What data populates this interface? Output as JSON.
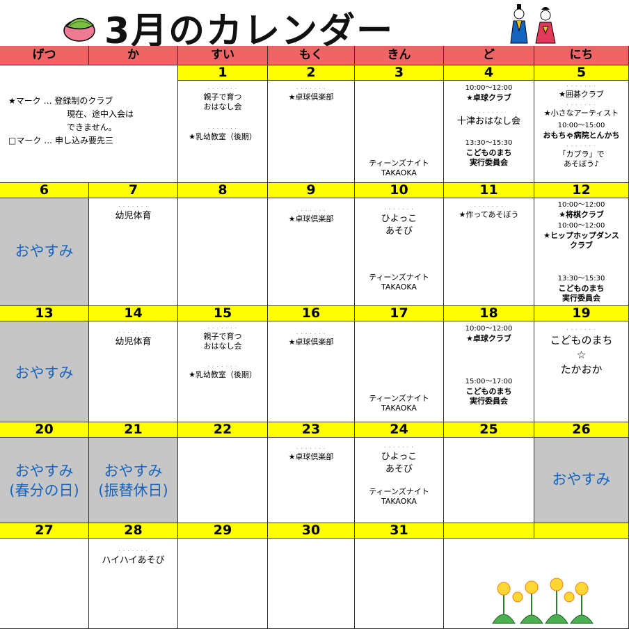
{
  "title": "3月のカレンダー",
  "weekdays": [
    "げつ",
    "か",
    "すい",
    "もく",
    "きん",
    "ど",
    "にち"
  ],
  "legend": [
    "★マーク … 登録制のクラブ",
    "現在、途中入会は",
    "できません。",
    "□マーク … 申し込み要先三"
  ],
  "rows": [
    {
      "nums": [
        "",
        "",
        "1",
        "2",
        "3",
        "4",
        "5"
      ]
    },
    {
      "nums": [
        "6",
        "7",
        "8",
        "9",
        "10",
        "11",
        "12"
      ]
    },
    {
      "nums": [
        "13",
        "14",
        "15",
        "16",
        "17",
        "18",
        "19"
      ]
    },
    {
      "nums": [
        "20",
        "21",
        "22",
        "23",
        "24",
        "25",
        "26"
      ]
    },
    {
      "nums": [
        "27",
        "28",
        "29",
        "30",
        "31",
        "",
        ""
      ]
    }
  ],
  "events": {
    "d1a": "親子で育つ",
    "d1b": "おはなし会",
    "d1c": "★乳幼教室（後期）",
    "d2a": "★卓球倶楽部",
    "d3a": "ティーンズナイト",
    "d3b": "TAKAOKA",
    "d4t1": "10:00～12:00",
    "d4a": "★卓球クラブ",
    "d4b": "十津おはなし会",
    "d4t2": "13:30～15:30",
    "d4c": "こどものまち",
    "d4d": "実行委員会",
    "d5a": "★囲碁クラブ",
    "d5b": "★小さなアーティスト",
    "d5t": "10:00～15:00",
    "d5c": "おもちゃ病院とんかち",
    "d5d": "「カプラ」で",
    "d5e": "あそぼう♪",
    "off": "おやすみ",
    "d7a": "幼児体育",
    "d9a": "★卓球倶楽部",
    "d10a": "ひよっこ",
    "d10b": "あそび",
    "d10c": "ティーンズナイト",
    "d10d": "TAKAOKA",
    "d11a": "★作ってあそぼう",
    "d12t1": "10:00～12:00",
    "d12a": "★将棋クラブ",
    "d12t2": "10:00～12:00",
    "d12b": "★ヒップホップダンス",
    "d12c": "クラブ",
    "d12t3": "13:30～15:30",
    "d12d": "こどものまち",
    "d12e": "実行委員会",
    "d14a": "幼児体育",
    "d15a": "親子で育つ",
    "d15b": "おはなし会",
    "d15c": "★乳幼教室（後期）",
    "d16a": "★卓球倶楽部",
    "d17a": "ティーンズナイト",
    "d17b": "TAKAOKA",
    "d18t1": "10:00～12:00",
    "d18a": "★卓球クラブ",
    "d18t2": "15:00～17:00",
    "d18b": "こどものまち",
    "d18c": "実行委員会",
    "d19a": "こどものまち",
    "d19b": "☆",
    "d19c": "たかおか",
    "d20a": "おやすみ",
    "d20b": "(春分の日)",
    "d21a": "おやすみ",
    "d21b": "(振替休日)",
    "d23a": "★卓球倶楽部",
    "d24a": "ひよっこ",
    "d24b": "あそび",
    "d24c": "ティーンズナイト",
    "d24d": "TAKAOKA",
    "d26a": "おやすみ",
    "d28a": "ハイハイあそび"
  },
  "colors": {
    "header": "#f16466",
    "numbar": "#ffff00",
    "holiday": "#c6c6c6",
    "blue": "#1565c0"
  }
}
